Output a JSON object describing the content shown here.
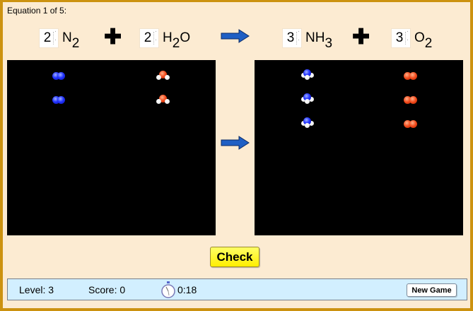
{
  "header": {
    "equation_label": "Equation 1 of 5:"
  },
  "equation": {
    "reactants": [
      {
        "coefficient": "2",
        "formula_main": "N",
        "formula_sub": "2",
        "formula_tail": ""
      },
      {
        "coefficient": "2",
        "formula_main": "H",
        "formula_sub": "2",
        "formula_tail": "O"
      }
    ],
    "products": [
      {
        "coefficient": "3",
        "formula_main": "NH",
        "formula_sub": "3",
        "formula_tail": ""
      },
      {
        "coefficient": "3",
        "formula_main": "O",
        "formula_sub": "2",
        "formula_tail": ""
      }
    ],
    "plus_symbol": "✚",
    "spin_up": "˙",
    "spin_down": "˙"
  },
  "panels": {
    "reactants": {
      "N2_count": 2,
      "H2O_count": 2
    },
    "products": {
      "NH3_count": 3,
      "O2_count": 3
    }
  },
  "colors": {
    "background": "#fcebd2",
    "border": "#cc9210",
    "arrow": "#1f5fc4",
    "check_button": "#ffee00",
    "footer": "#d2efff"
  },
  "actions": {
    "check_label": "Check",
    "new_game_label": "New Game"
  },
  "footer": {
    "level": "Level: 3",
    "score": "Score: 0",
    "timer": "0:18"
  }
}
